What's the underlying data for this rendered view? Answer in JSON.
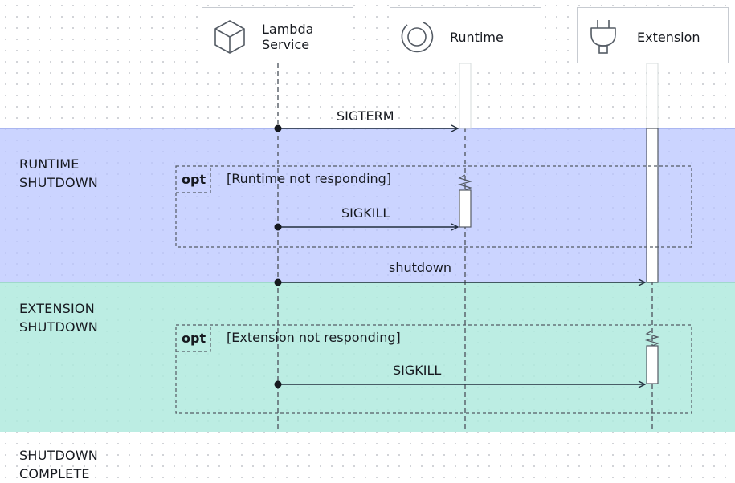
{
  "participants": {
    "lambda": {
      "name_line1": "Lambda",
      "name_line2": "Service",
      "icon": "cube-icon"
    },
    "runtime": {
      "name": "Runtime",
      "icon": "spinner-icon"
    },
    "extension": {
      "name": "Extension",
      "icon": "plug-icon"
    }
  },
  "phases": {
    "runtime": {
      "line1": "RUNTIME",
      "line2": "SHUTDOWN"
    },
    "extension": {
      "line1": "EXTENSION",
      "line2": "SHUTDOWN"
    },
    "complete": {
      "line1": "SHUTDOWN",
      "line2": "COMPLETE"
    }
  },
  "messages": {
    "sigterm": "SIGTERM",
    "sigkill_runtime": "SIGKILL",
    "shutdown": "shutdown",
    "sigkill_extension": "SIGKILL"
  },
  "fragments": {
    "runtime_opt": {
      "tag": "opt",
      "guard": "[Runtime not responding]"
    },
    "extension_opt": {
      "tag": "opt",
      "guard": "[Extension not responding]"
    }
  },
  "colors": {
    "runtime_band": "#b9c6ff",
    "extension_band": "#b0eade",
    "line": "#232f3e"
  }
}
